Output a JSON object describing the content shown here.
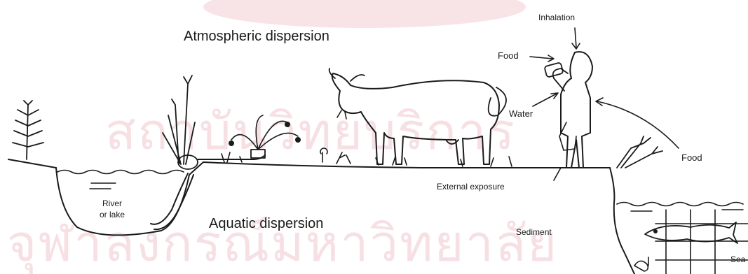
{
  "labels": {
    "atmospheric": "Atmospheric dispersion",
    "aquatic": "Aquatic dispersion",
    "inhalation": "Inhalation",
    "food_top": "Food",
    "water": "Water",
    "food_right": "Food",
    "external": "External exposure",
    "river": "River",
    "lake": "or lake",
    "sediment": "Sediment",
    "sea": "Sea"
  },
  "watermark": {
    "line1": "สถาบันวิทยบริการ",
    "line2": "จุฬาลงกรณ์มหาวิทยาลัย"
  },
  "colors": {
    "ink": "#1a1a1a",
    "watermark": "#f0c8cf"
  }
}
